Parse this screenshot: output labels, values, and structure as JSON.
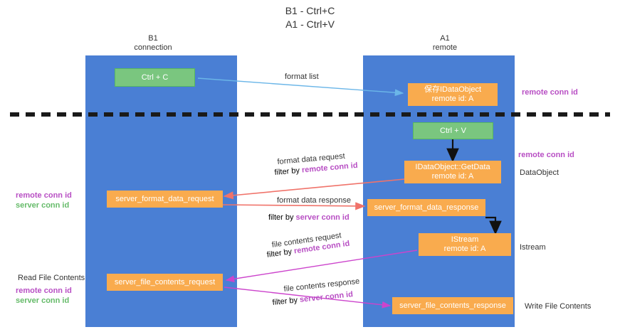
{
  "title": {
    "line1": "B1 - Ctrl+C",
    "line2": "A1 - Ctrl+V"
  },
  "lanes": [
    {
      "id": "b1",
      "name": "B1",
      "role": "connection",
      "color": "#4a7fd4"
    },
    {
      "id": "a1",
      "name": "A1",
      "role": "remote",
      "color": "#4a7fd4"
    }
  ],
  "colors": {
    "lane": "#4a7fd4",
    "green_box": "#7ac67f",
    "orange_box": "#f9ab4e",
    "purple_text": "#b84fc4",
    "green_text": "#66bb6a",
    "dark_text": "#333333",
    "arrow_blue": "#6bb6e8",
    "arrow_red": "#f0736a",
    "arrow_magenta": "#cc44cc",
    "arrow_black": "#000000",
    "divider": "#1a1a1a"
  },
  "boxes": [
    {
      "id": "ctrl-c",
      "lane": "b1",
      "style": "green",
      "line1": "Ctrl + C",
      "line2": ""
    },
    {
      "id": "idataobject-store",
      "lane": "a1",
      "style": "orange",
      "line1": "保存IDataObject",
      "line2": "remote id: A"
    },
    {
      "id": "ctrl-v",
      "lane": "a1",
      "style": "green",
      "line1": "Ctrl + V",
      "line2": ""
    },
    {
      "id": "idataobject-getdata",
      "lane": "a1",
      "style": "orange",
      "line1": "IDataObject::GetData",
      "line2": "remote id: A"
    },
    {
      "id": "server-format-data-request",
      "lane": "b1",
      "style": "orange",
      "line1": "server_format_data_request",
      "line2": ""
    },
    {
      "id": "server-format-data-response",
      "lane": "a1",
      "style": "orange",
      "line1": "server_format_data_response",
      "line2": ""
    },
    {
      "id": "istream",
      "lane": "a1",
      "style": "orange",
      "line1": "IStream",
      "line2": "remote id: A"
    },
    {
      "id": "server-file-contents-request",
      "lane": "b1",
      "style": "orange",
      "line1": "server_file_contents_request",
      "line2": ""
    },
    {
      "id": "server-file-contents-response",
      "lane": "a1",
      "style": "orange",
      "line1": "server_file_contents_response",
      "line2": ""
    }
  ],
  "edge_labels": {
    "format_list": "format list",
    "format_data_request": "format data request",
    "format_data_request_filter_prefix": "filter by ",
    "format_data_request_filter_key": "remote conn id",
    "format_data_response": "format data response",
    "format_data_response_filter_prefix": "filter by ",
    "format_data_response_filter_key": "server conn id",
    "file_contents_request": "file contents request",
    "file_contents_request_filter_prefix": "filter by ",
    "file_contents_request_filter_key": "remote conn id",
    "file_contents_response": "file contents response",
    "file_contents_response_filter_prefix": "filter by ",
    "file_contents_response_filter_key": "server conn id"
  },
  "side_labels": {
    "right_remote_conn_id_top": "remote conn id",
    "right_remote_conn_id_mid": "remote conn id",
    "right_dataobject": "DataObject",
    "right_istream": "Istream",
    "right_write_file_contents": "Write File Contents",
    "left_remote_conn_id_mid": "remote conn id",
    "left_server_conn_id_mid": "server conn id",
    "left_read_file_contents": "Read File Contents",
    "left_remote_conn_id_bottom": "remote conn id",
    "left_server_conn_id_bottom": "server conn id"
  }
}
